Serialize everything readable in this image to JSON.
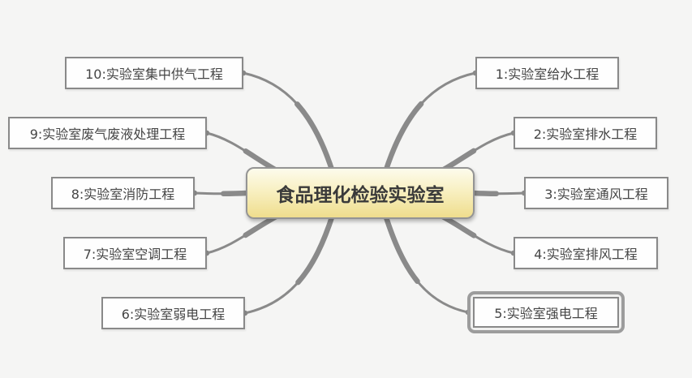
{
  "diagram": {
    "type": "mindmap",
    "background_color": "#f5f5f4",
    "connector_color": "#8a8a8a",
    "central": {
      "label": "食品理化检验实验室",
      "fill_top": "#fdfbec",
      "fill_bottom": "#efdd8d",
      "border_color": "#949494",
      "text_color": "#3a3a3a"
    },
    "branches": [
      {
        "id": "1",
        "label": "1:实验室给水工程",
        "side": "right",
        "selected": false
      },
      {
        "id": "2",
        "label": "2:实验室排水工程",
        "side": "right",
        "selected": false
      },
      {
        "id": "3",
        "label": "3:实验室通风工程",
        "side": "right",
        "selected": false
      },
      {
        "id": "4",
        "label": "4:实验室排风工程",
        "side": "right",
        "selected": false
      },
      {
        "id": "5",
        "label": "5:实验室强电工程",
        "side": "right",
        "selected": true
      },
      {
        "id": "6",
        "label": "6:实验室弱电工程",
        "side": "left",
        "selected": false
      },
      {
        "id": "7",
        "label": "7:实验室空调工程",
        "side": "left",
        "selected": false
      },
      {
        "id": "8",
        "label": "8:实验室消防工程",
        "side": "left",
        "selected": false
      },
      {
        "id": "9",
        "label": "9:实验室废气废液处理工程",
        "side": "left",
        "selected": false
      },
      {
        "id": "10",
        "label": "10:实验室集中供气工程",
        "side": "left",
        "selected": false
      }
    ]
  }
}
